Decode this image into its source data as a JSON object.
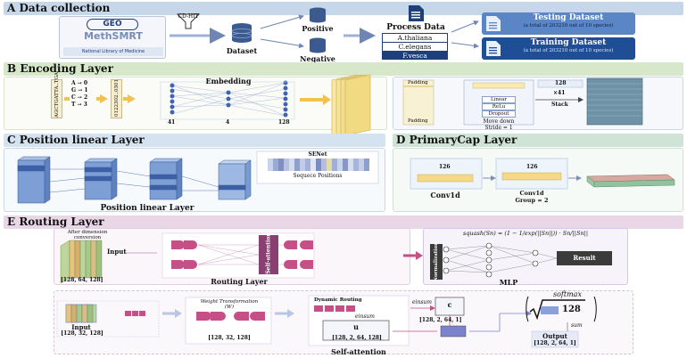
{
  "sections": {
    "a_title": "A  Data collection",
    "b_title": "B  Encoding Layer",
    "c_title": "C  Position linear Layer",
    "d_title": "D  PrimaryCap Layer",
    "e_title": "E  Routing Layer"
  },
  "panel_a": {
    "logo_geo": "GEO",
    "logo_methsmrt": "MethSMRT",
    "logo_ncbi": "National Library of Medicine",
    "cd_hit": "CD-HIT",
    "dataset": "Dataset",
    "positive": "Positive",
    "negative": "Negative",
    "process_data": "Process Data",
    "species": [
      "A.thaliana",
      "C.elegans",
      "F.vesca"
    ],
    "testing_title": "Testing Dataset",
    "testing_sub": "(a total of 203210 out of 10 species)",
    "training_title": "Training Dataset",
    "training_sub": "(a total of 203210 out of 10 species)"
  },
  "panel_b": {
    "seq1": "AGCTGATTA..TGA",
    "mapping": [
      "A → 0",
      "G → 1",
      "C → 2",
      "T → 3"
    ],
    "seq2": "0122302..0301",
    "embedding": "Embedding",
    "n41": "41",
    "n4": "4",
    "n128": "128",
    "padding_top": "Padding",
    "padding_bottom": "Padding",
    "linear": "Linear",
    "relu": "ReLu",
    "dropout": "Dropout",
    "move_down": "Move down",
    "stride": "Stride = 1",
    "right128": "128",
    "times41": "×41",
    "stack": "Stack"
  },
  "panel_c": {
    "senet": "SENet",
    "seq_positions": "Sequece Positions",
    "label": "Position linear Layer"
  },
  "panel_d": {
    "n126a": "126",
    "conv1": "Conv1d",
    "n126b": "126",
    "conv2": "Conv1d",
    "group": "Group = 2"
  },
  "panel_e": {
    "after_dim": "After dimension conversion",
    "input": "Input",
    "dims_input": "[128, 64, 128]",
    "self_attention_rot": "Self-attention",
    "routing_layer": "Routing Layer",
    "squash": "squash(Sn) = (1 − 1/exp(||Sn||)) · Sn/||Sn||",
    "normalization": "Normalization",
    "result": "Result",
    "mlp": "MLP",
    "input2": "Input",
    "dims_input2": "[128, 32, 128]",
    "weight_transform": "Weight Transformation (W)",
    "dims_weight": "[128, 32, 128]",
    "dynamic_routing": "Dynamic Routing",
    "einsum_top": "einsum",
    "einsum_mid": "einsum",
    "c_label": "c",
    "dims_c": "[128, 2, 64, 1]",
    "u_label": "u",
    "dims_u": "[128, 2, 64, 128]",
    "self_attention": "Self-attention",
    "softmax": "softmax",
    "sqrt_128": "128",
    "sum": "sum",
    "output": "Output",
    "dims_output": "[128, 2, 64, 1]"
  },
  "colors": {
    "banner_a": "#c7d7ea",
    "banner_b": "#d6e8c9",
    "banner_c": "#d4e3ef",
    "banner_d": "#cfe3d7",
    "banner_e": "#e9d6e6",
    "pink": "#c54f86",
    "navy": "#1f3f7a",
    "blue_block": "#7d9fd6"
  }
}
